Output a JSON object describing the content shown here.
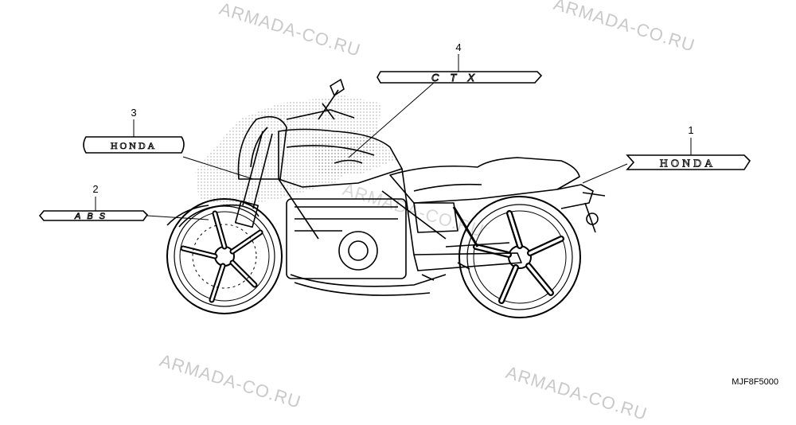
{
  "watermark": "ARMADA-CO.RU",
  "callouts": [
    {
      "number": "1",
      "emblem": "HONDA"
    },
    {
      "number": "2",
      "emblem": "ABS"
    },
    {
      "number": "3",
      "emblem": "HONDA"
    },
    {
      "number": "4",
      "emblem": "CTX"
    }
  ],
  "diagram_code": "MJF8F5000"
}
